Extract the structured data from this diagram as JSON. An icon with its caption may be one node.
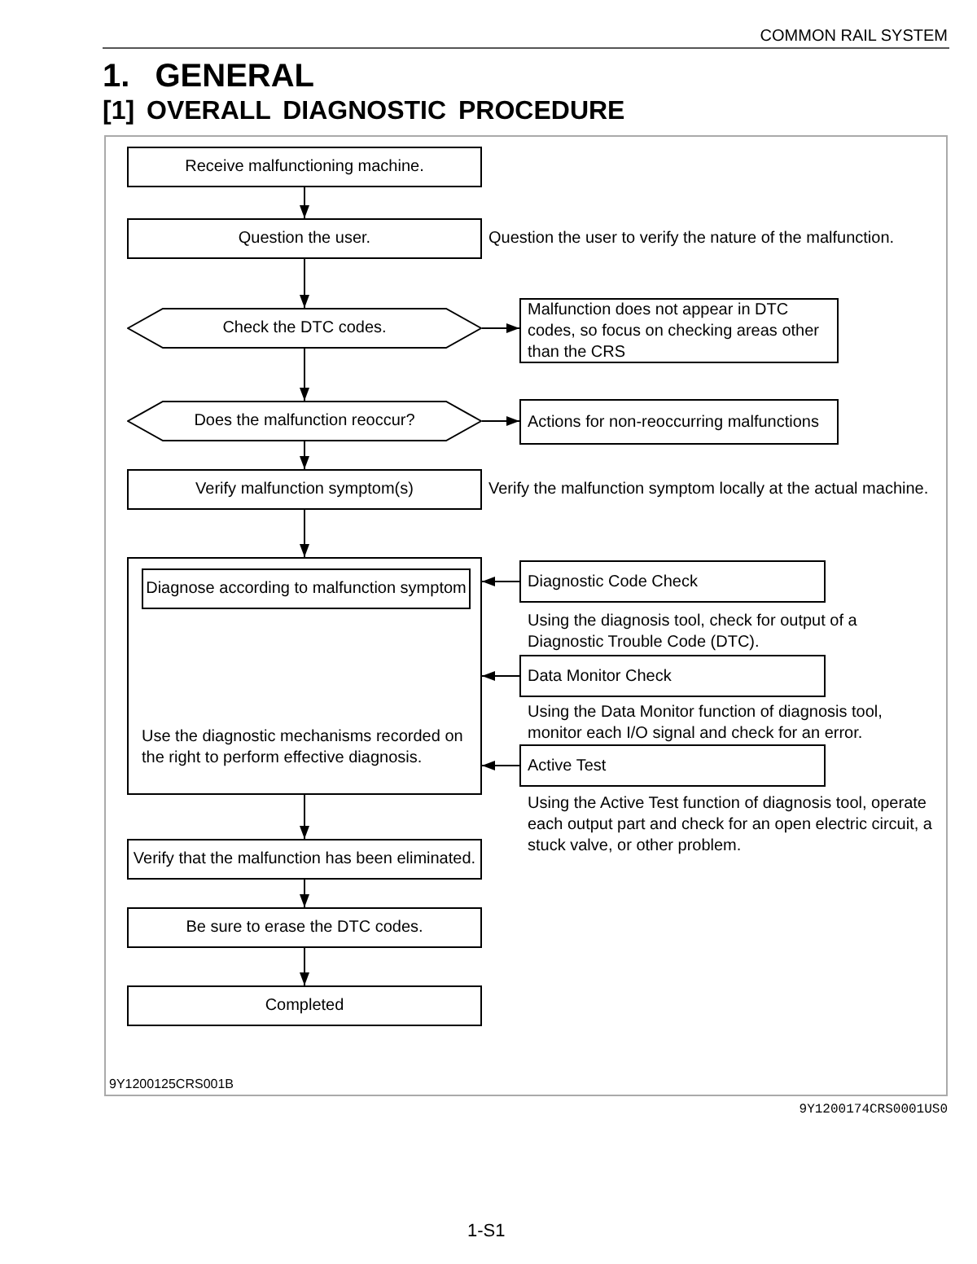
{
  "diagram": {
    "title": "1. GENERAL",
    "nodes": [
      {
        "text": [
          "Receive malfunctioning machine."
        ]
      },
      {
        "text": [
          "Question the user."
        ],
        "beside": [
          "Question the user to verify the nature of the malfunction."
        ]
      },
      {
        "text": [
          "Check the DTC codes."
        ]
      },
      {
        "text": [
          "Malfunction does not appear in DTC codes, so focus on checking areas other than the CRS"
        ]
      },
      {
        "text": [
          "Does the malfunction reoccur?"
        ]
      },
      {
        "text": [
          "Actions for non-reoccurring malfunctions"
        ]
      },
      {
        "text": [
          "Verify malfunction symptom(s)"
        ],
        "beside": [
          "Verify the malfunction symptom locally at the actual machine."
        ]
      },
      {
        "text": [
          "Use the diagnostic mechanisms recorded on the right to perform effective diagnosis."
        ]
      },
      {
        "text": [
          "Diagnose according to malfunction symptom"
        ],
        "in": 7
      },
      {
        "text": [
          "Diagnostic Code Check"
        ],
        "beside": [
          "Using the diagnosis tool, check for output of a Diagnostic Trouble Code (DTC)."
        ]
      },
      {
        "text": [
          "Data Monitor Check"
        ],
        "beside": [
          "Using the Data Monitor function of diagnosis tool, monitor each I/O signal and check for an error."
        ]
      },
      {
        "text": [
          "Active Test"
        ],
        "beside": [
          "Using the Active Test function of diagnosis tool, operate each output part and check for an open electric circuit, a stuck valve, or other problem."
        ]
      },
      {
        "text": [
          "Verify that the malfunction has been eliminated."
        ]
      },
      {
        "text": [
          "Be sure to erase the DTC codes."
        ]
      },
      {
        "text": [
          "Completed"
        ]
      }
    ],
    "edges": [
      {
        "from": 0,
        "to": 1,
        "arrow": "to"
      },
      {
        "from": 1,
        "to": 2,
        "arrow": "to"
      },
      {
        "from": 2,
        "to": 3,
        "arrow": "to"
      },
      {
        "from": 2,
        "to": 4,
        "arrow": "to"
      },
      {
        "from": 4,
        "to": 5,
        "arrow": "to"
      },
      {
        "from": 4,
        "to": 6,
        "arrow": "to"
      },
      {
        "from": 6,
        "to": 7,
        "arrow": "to"
      },
      {
        "from": 9,
        "to": 7,
        "arrow": "to"
      },
      {
        "from": 10,
        "to": 7,
        "arrow": "to"
      },
      {
        "from": 11,
        "to": 7,
        "arrow": "to"
      },
      {
        "from": 7,
        "to": 12,
        "arrow": "to"
      },
      {
        "from": 12,
        "to": 13,
        "arrow": "to"
      },
      {
        "from": 13,
        "to": 14,
        "arrow": "to"
      }
    ],
    "labels": [
      "COMMON RAIL SYSTEM",
      "[1] OVERALL DIAGNOSTIC PROCEDURE",
      "9Y1200125CRS001B",
      "9Y1200174CRS0001US0",
      "1-S1"
    ]
  }
}
